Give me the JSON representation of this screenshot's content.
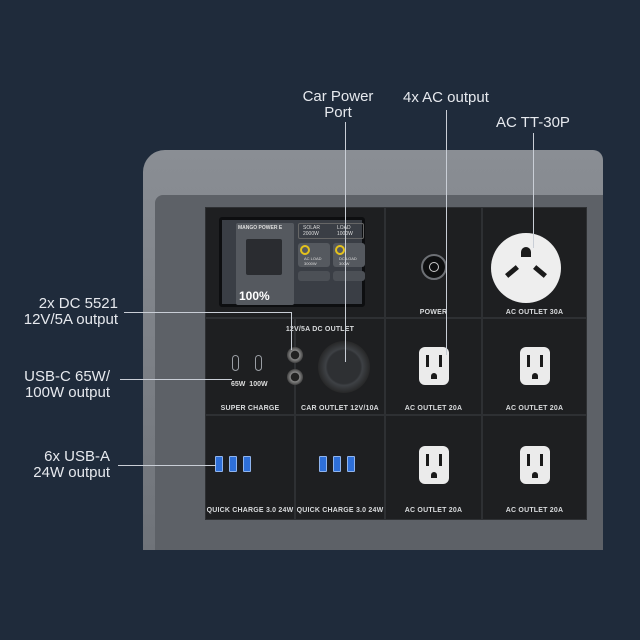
{
  "callouts": {
    "car_port": [
      "Car Power",
      "Port"
    ],
    "ac_output": "4x AC output",
    "tt30": "AC TT-30P",
    "dc5521": [
      "2x DC 5521",
      "12V/5A output"
    ],
    "usbc": [
      "USB-C 65W/",
      "100W output"
    ],
    "usba": [
      "6x USB-A",
      "24W output"
    ]
  },
  "panel": {
    "power": "POWER",
    "ac30": "AC OUTLET 30A",
    "dc_outlet": "12V/5A DC OUTLET",
    "super_charge": "SUPER CHARGE",
    "usbc_65": "65W",
    "usbc_100": "100W",
    "car_outlet": "CAR OUTLET 12V/10A",
    "ac20": "AC OUTLET 20A",
    "qc": "QUICK CHARGE 3.0  24W"
  },
  "screen": {
    "brand": "MANGO POWER E",
    "solar_label": "SOLAR",
    "solar": "2000W",
    "load_label": "LOAD",
    "load": "1000W",
    "ac_load_label": "AC LOAD",
    "ac_load": "3000W",
    "dc_load_label": "DC LOAD",
    "dc_load": "300W",
    "battery": "100%"
  }
}
